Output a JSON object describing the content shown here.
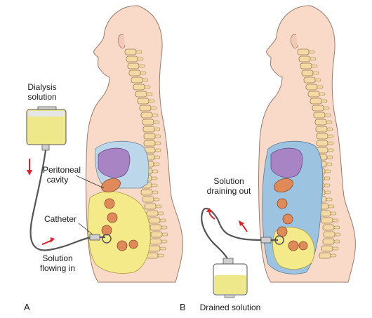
{
  "panel_a": {
    "letter": "A",
    "labels": {
      "dialysis_solution_line1": "Dialysis",
      "dialysis_solution_line2": "solution",
      "peritoneal_line1": "Peritoneal",
      "peritoneal_line2": "cavity",
      "catheter": "Catheter",
      "flowing_line1": "Solution",
      "flowing_line2": "flowing in"
    }
  },
  "panel_b": {
    "letter": "B",
    "labels": {
      "draining_line1": "Solution",
      "draining_line2": "draining out",
      "drained": "Drained solution"
    }
  },
  "colors": {
    "skin": "#f9d9c8",
    "skin_outline": "#9a7a6a",
    "spine": "#f3d9a4",
    "spine_outline": "#9a7f50",
    "lung": "#a884c4",
    "cavity_blue": "#bcd7ea",
    "intestine_yellow": "#f4ea8a",
    "organ_orange": "#e08a5a",
    "bag_fluid": "#eee88a",
    "tube": "#555555",
    "arrow_red": "#e0202a"
  }
}
